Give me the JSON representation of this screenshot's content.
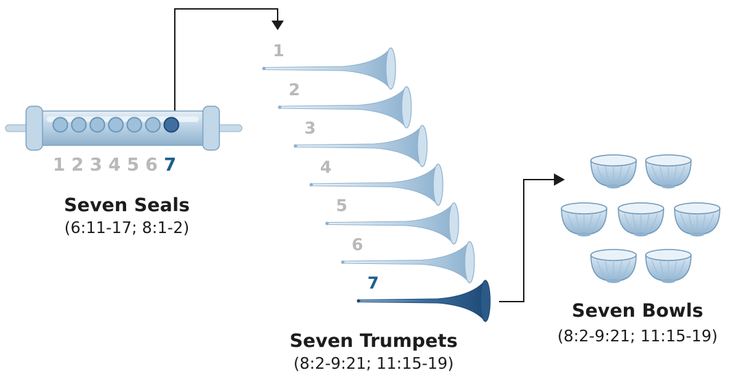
{
  "seals": {
    "title": "Seven Seals",
    "reference": "(6:11-17; 8:1-2)",
    "numbers": [
      "1",
      "2",
      "3",
      "4",
      "5",
      "6",
      "7"
    ],
    "highlighted": "7"
  },
  "trumpets": {
    "title": "Seven Trumpets",
    "reference": "(8:2-9:21; 11:15-19)",
    "numbers": [
      "1",
      "2",
      "3",
      "4",
      "5",
      "6",
      "7"
    ],
    "highlighted": "7"
  },
  "bowls": {
    "title": "Seven Bowls",
    "reference": "(8:2-9:21; 11:15-19)",
    "count": 7
  },
  "colors": {
    "active": "#1a5f8c",
    "inactive": "#b9b9b9",
    "glass": "#a9c8e0",
    "glass_dark": "#3f6f9e",
    "text": "#1c1c1c"
  }
}
